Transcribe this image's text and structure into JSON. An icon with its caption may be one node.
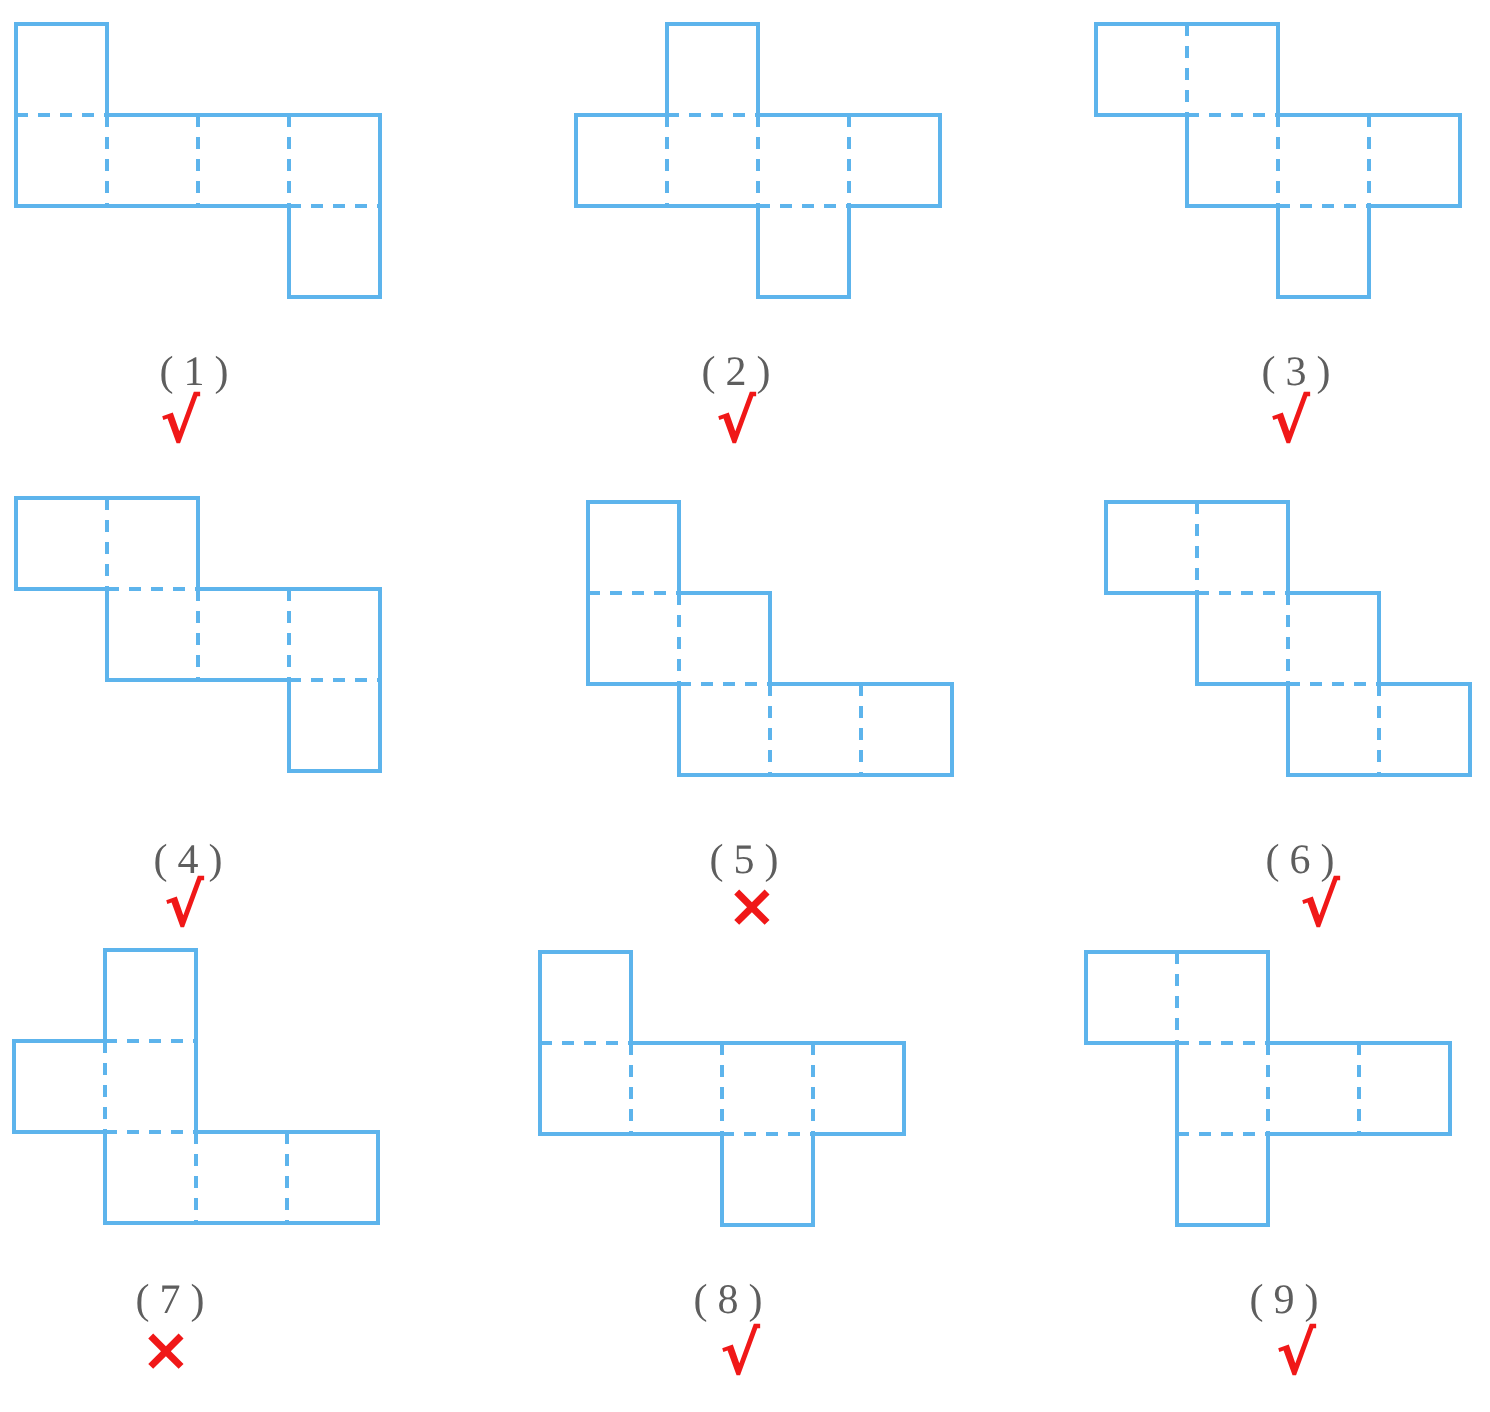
{
  "diagram": {
    "labels": [
      "(1)",
      "√",
      "(2)",
      "√",
      "(3)",
      "√",
      "(4)",
      "√",
      "(5)",
      "×",
      "(6)",
      "√",
      "(7)",
      "×",
      "(8)",
      "√",
      "(9)",
      "√"
    ]
  }
}
